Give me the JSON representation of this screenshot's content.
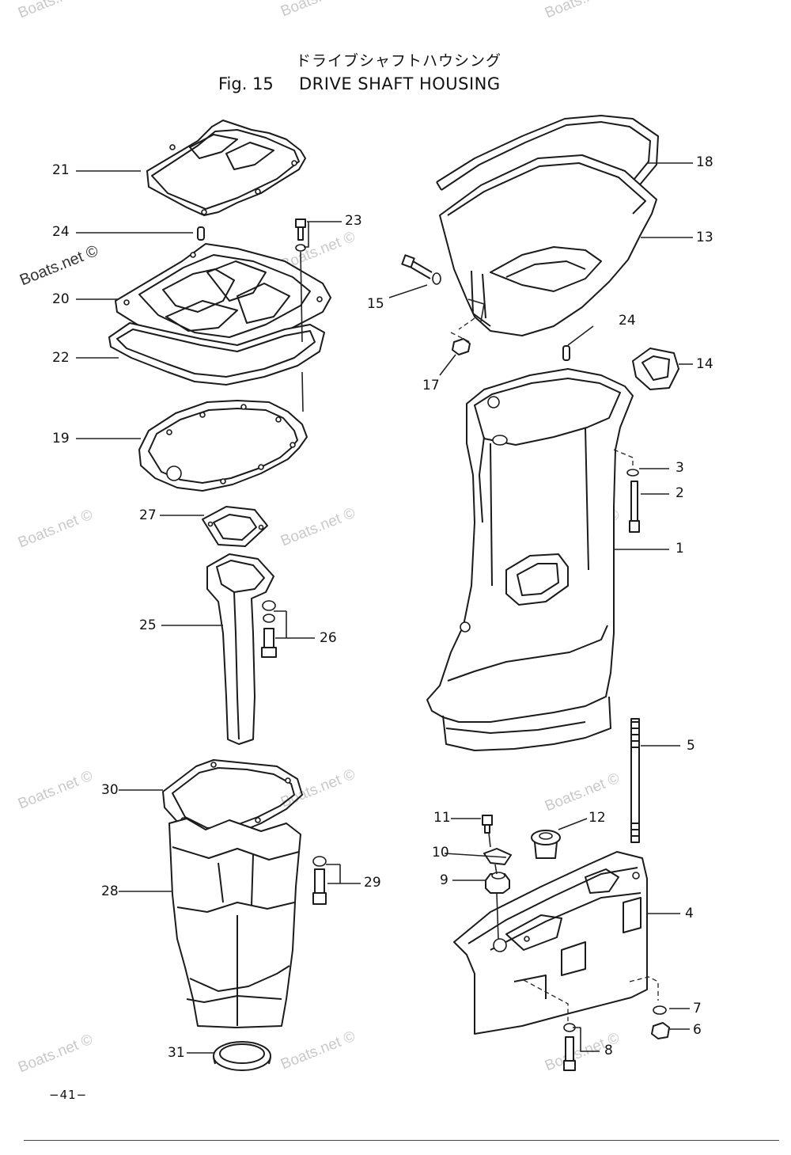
{
  "header": {
    "japanese_title": "ドライブシャフトハウシング",
    "figure_label": "Fig. 15",
    "figure_title": "DRIVE SHAFT HOUSING"
  },
  "watermark_text": "Boats.net ©",
  "page_number": "−41−",
  "callouts": [
    {
      "number": "1"
    },
    {
      "number": "2"
    },
    {
      "number": "3"
    },
    {
      "number": "4"
    },
    {
      "number": "5"
    },
    {
      "number": "6"
    },
    {
      "number": "7"
    },
    {
      "number": "8"
    },
    {
      "number": "9"
    },
    {
      "number": "10"
    },
    {
      "number": "11"
    },
    {
      "number": "12"
    },
    {
      "number": "13"
    },
    {
      "number": "14"
    },
    {
      "number": "15"
    },
    {
      "number": "17"
    },
    {
      "number": "18"
    },
    {
      "number": "19"
    },
    {
      "number": "20"
    },
    {
      "number": "21"
    },
    {
      "number": "22"
    },
    {
      "number": "23"
    },
    {
      "number": "24"
    },
    {
      "number": "24"
    },
    {
      "number": "25"
    },
    {
      "number": "26"
    },
    {
      "number": "27"
    },
    {
      "number": "28"
    },
    {
      "number": "29"
    },
    {
      "number": "30"
    },
    {
      "number": "31"
    }
  ]
}
